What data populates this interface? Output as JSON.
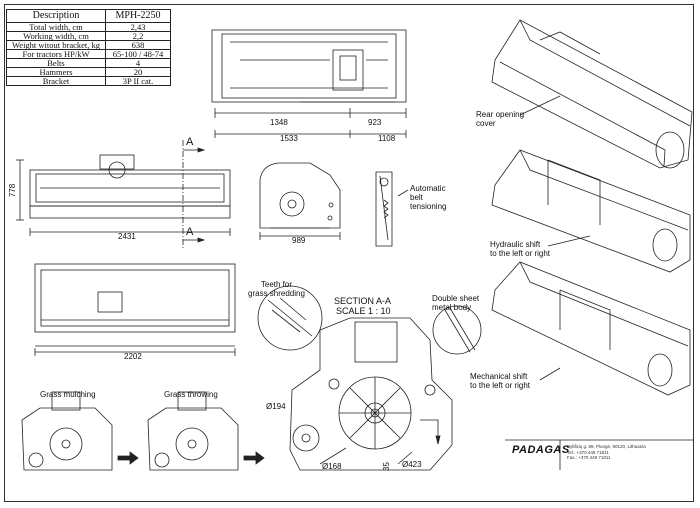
{
  "spec_table": {
    "header": {
      "key": "Description",
      "value": "MPH-2250"
    },
    "rows": [
      {
        "key": "Total width, cm",
        "value": "2,43"
      },
      {
        "key": "Working width, cm",
        "value": "2,2"
      },
      {
        "key": "Weight witout bracket, kg",
        "value": "638"
      },
      {
        "key": "For tractors HP/kW",
        "value": "65-100 / 48-74"
      },
      {
        "key": "Belts",
        "value": "4"
      },
      {
        "key": "Hammers",
        "value": "20"
      },
      {
        "key": "Bracket",
        "value": "3P II cat."
      }
    ]
  },
  "dimensions": {
    "top_left": "1348",
    "top_right": "923",
    "top_total_left": "1533",
    "top_total_right": "1108",
    "side_height": "778",
    "side_width": "2431",
    "belt_width": "989",
    "rear_width": "2202",
    "d194": "Ø194",
    "d168": "Ø168",
    "d423": "Ø423",
    "gap": "35"
  },
  "section": {
    "letter": "A",
    "title": "SECTION A-A",
    "scale": "SCALE 1 : 10"
  },
  "callouts": {
    "auto_belt": "Automatic\nbelt\ntensioning",
    "rear_cover": "Rear opening\ncover",
    "hydraulic": "Hydraulic shift\nto the left or right",
    "mechanical": "Mechanical shift\nto the left or right",
    "teeth": "Teeth for\ngrass shredding",
    "double_sheet": "Double sheet\nmetal body",
    "mulching": "Grass mulching",
    "throwing": "Grass throwing"
  },
  "brand": {
    "logo": "PADAGAS",
    "address": "Byliškių g. 89, Plungė, 90120, Lithuania\nTel.: +370 448 71811\nFax.: +370 448 71811"
  },
  "colors": {
    "line": "#222222",
    "paper": "#ffffff",
    "hatch": "#555555"
  }
}
